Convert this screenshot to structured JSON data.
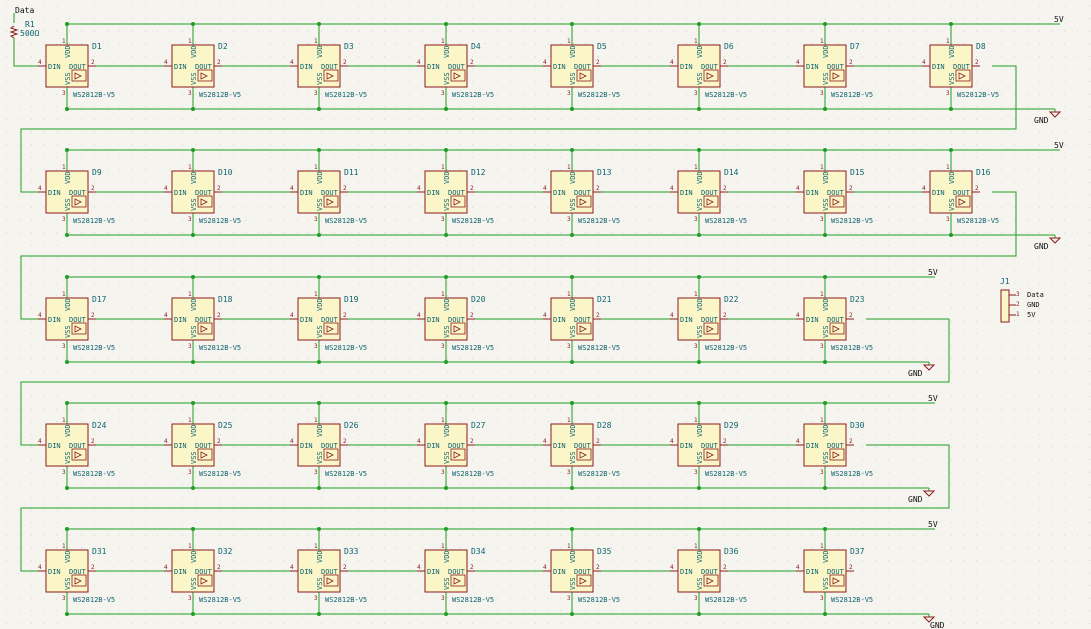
{
  "colors": {
    "background": "#f5f4ef",
    "wire": "#1f9e24",
    "body_fill": "#fbf6c8",
    "body_stroke": "#8b1a1a",
    "ref_text": "#0f6470",
    "pin_text": "#8b1a1a",
    "junction": "#1f9e24"
  },
  "data_label": "Data",
  "resistor": {
    "ref": "R1",
    "value": "500Ω"
  },
  "supply": {
    "vcc": "5V",
    "gnd": "GND"
  },
  "led_value": "WS2812B-V5",
  "led_pins": {
    "din": "DIN",
    "dout": "DOUT",
    "vdd": "VDD",
    "vss": "VSS",
    "din_num": "4",
    "dout_num": "2",
    "vdd_num": "1",
    "vss_num": "3"
  },
  "connector": {
    "ref": "J1",
    "pins": [
      {
        "num": "3",
        "name": "Data"
      },
      {
        "num": "2",
        "name": "GND"
      },
      {
        "num": "1",
        "name": "5V"
      }
    ]
  },
  "rows": [
    [
      "D1",
      "D2",
      "D3",
      "D4",
      "D5",
      "D6",
      "D7",
      "D8"
    ],
    [
      "D9",
      "D10",
      "D11",
      "D12",
      "D13",
      "D14",
      "D15",
      "D16"
    ],
    [
      "D17",
      "D18",
      "D19",
      "D20",
      "D21",
      "D22",
      "D23"
    ],
    [
      "D24",
      "D25",
      "D26",
      "D27",
      "D28",
      "D29",
      "D30"
    ],
    [
      "D31",
      "D32",
      "D33",
      "D34",
      "D35",
      "D36",
      "D37"
    ]
  ]
}
